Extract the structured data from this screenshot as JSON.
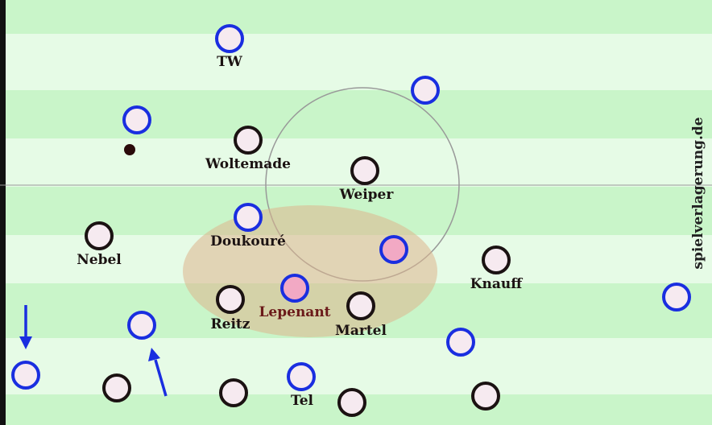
{
  "colors": {
    "stripe_light": "#e6fbe6",
    "stripe_dark": "#c9f5c9",
    "home_ring": "#1b1212",
    "away_ring": "#1a2ee0",
    "player_fill": "#f6eaf0",
    "highlight_fill": "#f2a9c4",
    "zone_fill": "#dcb48c",
    "label_dark": "#1b1212",
    "label_highlight": "#6b1a1a",
    "arrow": "#1a2ee0",
    "line": "#999999"
  },
  "watermark": "spielverlagerung.de",
  "home_players": [
    {
      "label": "Woltemade"
    },
    {
      "label": "Weiper"
    },
    {
      "label": "Nebel"
    },
    {
      "label": "Knauff"
    },
    {
      "label": "Reitz"
    },
    {
      "label": "Martel"
    },
    {
      "label": ""
    },
    {
      "label": ""
    },
    {
      "label": ""
    },
    {
      "label": ""
    }
  ],
  "away_players": [
    {
      "label": "TW",
      "highlight": false
    },
    {
      "label": "",
      "highlight": false
    },
    {
      "label": "",
      "highlight": false
    },
    {
      "label": "Doukouré",
      "highlight": false
    },
    {
      "label": "",
      "highlight": true
    },
    {
      "label": "Lepenant",
      "highlight": true
    },
    {
      "label": "",
      "highlight": false
    },
    {
      "label": "",
      "highlight": false
    },
    {
      "label": "",
      "highlight": false
    },
    {
      "label": "",
      "highlight": false
    },
    {
      "label": "Tel",
      "highlight": false
    }
  ],
  "ball": {
    "visible": true
  }
}
